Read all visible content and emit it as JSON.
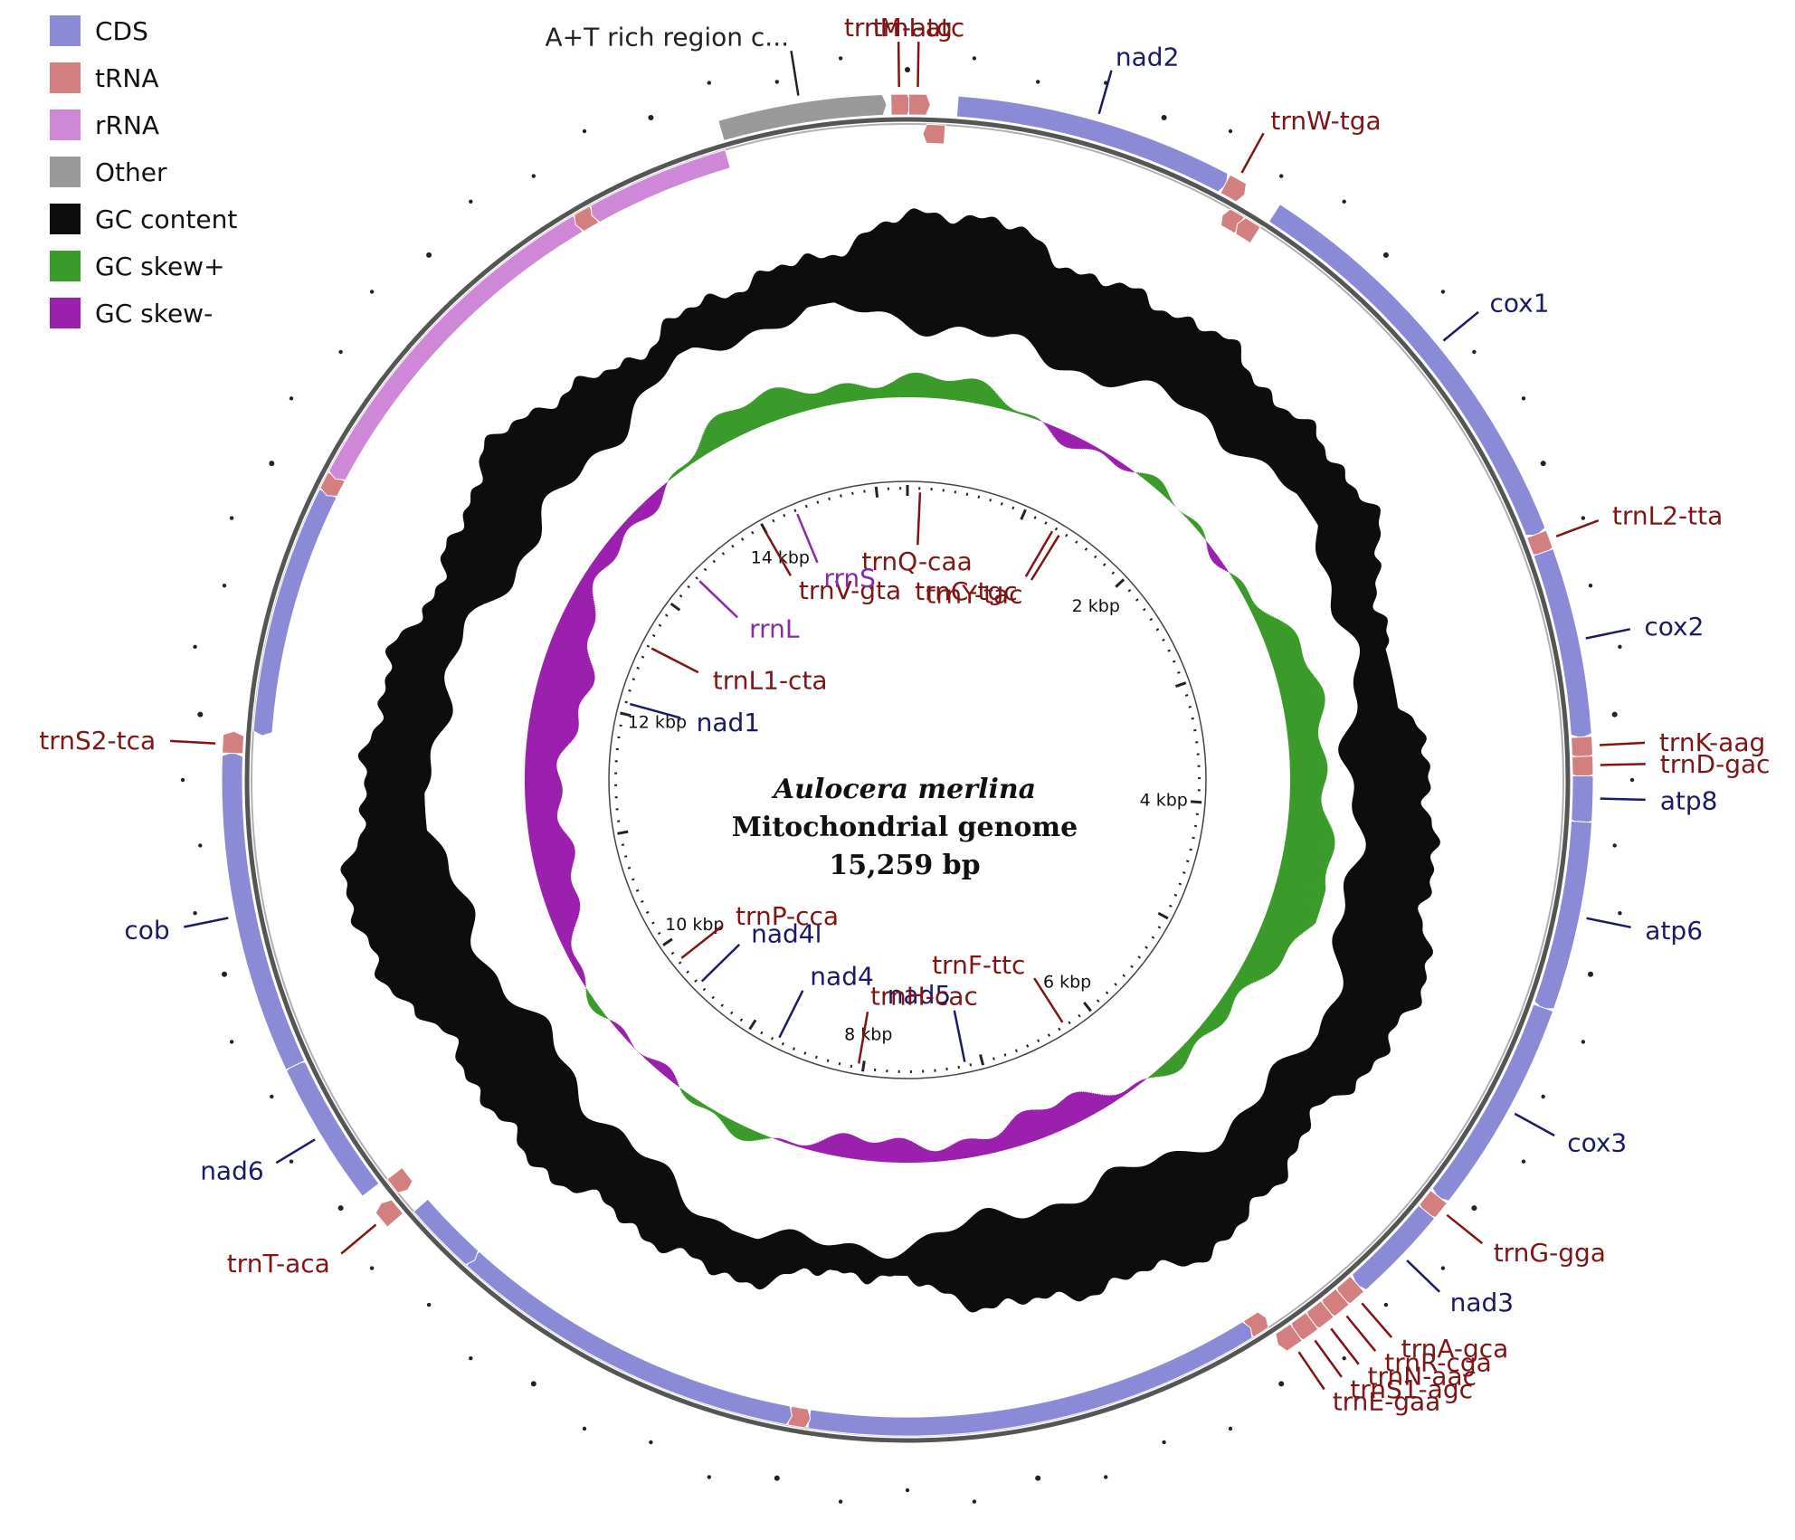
{
  "colors": {
    "cds": "#8a8ad6",
    "trna": "#d47f7f",
    "rrna": "#cf88d8",
    "other": "#999999",
    "gc_content": "#0d0d0d",
    "gc_skew_plus": "#3a9a2a",
    "gc_skew_minus": "#9a20ad",
    "label_trna": "#7f1515",
    "label_cds": "#1a1a66",
    "label_rrna": "#8a2aa8",
    "label_other": "#222222"
  },
  "legend": [
    {
      "label": "CDS",
      "color": "#8a8ad6"
    },
    {
      "label": "tRNA",
      "color": "#d47f7f"
    },
    {
      "label": "rRNA",
      "color": "#cf88d8"
    },
    {
      "label": "Other",
      "color": "#999999"
    },
    {
      "label": "GC content",
      "color": "#0d0d0d"
    },
    {
      "label": "GC skew+",
      "color": "#3a9a2a"
    },
    {
      "label": "GC skew-",
      "color": "#9a20ad"
    }
  ],
  "title": {
    "species": "Aulocera merlina",
    "line2": "Mitochondrial genome",
    "line3": "15,259 bp"
  },
  "genome_length": 15259,
  "kbp_ticks": [
    "2 kbp",
    "4 kbp",
    "6 kbp",
    "8 kbp",
    "10 kbp",
    "12 kbp",
    "14 kbp"
  ],
  "outer_labels": [
    {
      "text": "A+T rich region c...",
      "type": "other"
    },
    {
      "text": "trnM-atg",
      "type": "trna"
    },
    {
      "text": "trnI-atc",
      "type": "trna"
    },
    {
      "text": "nad2",
      "type": "cds"
    },
    {
      "text": "trnW-tga",
      "type": "trna"
    },
    {
      "text": "cox1",
      "type": "cds"
    },
    {
      "text": "trnL2-tta",
      "type": "trna"
    },
    {
      "text": "cox2",
      "type": "cds"
    },
    {
      "text": "trnK-aag",
      "type": "trna"
    },
    {
      "text": "trnD-gac",
      "type": "trna"
    },
    {
      "text": "atp8",
      "type": "cds"
    },
    {
      "text": "atp6",
      "type": "cds"
    },
    {
      "text": "cox3",
      "type": "cds"
    },
    {
      "text": "trnG-gga",
      "type": "trna"
    },
    {
      "text": "nad3",
      "type": "cds"
    },
    {
      "text": "trnA-gca",
      "type": "trna"
    },
    {
      "text": "trnR-cga",
      "type": "trna"
    },
    {
      "text": "trnN-aac",
      "type": "trna"
    },
    {
      "text": "trnS1-agc",
      "type": "trna"
    },
    {
      "text": "trnE-gaa",
      "type": "trna"
    },
    {
      "text": "trnT-aca",
      "type": "trna"
    },
    {
      "text": "nad6",
      "type": "cds"
    },
    {
      "text": "cob",
      "type": "cds"
    },
    {
      "text": "trnS2-tca",
      "type": "trna"
    }
  ],
  "inner_labels": [
    {
      "text": "trnQ-caa",
      "type": "trna"
    },
    {
      "text": "trnC-tgc",
      "type": "trna"
    },
    {
      "text": "trnY-tac",
      "type": "trna"
    },
    {
      "text": "trnF-ttc",
      "type": "trna"
    },
    {
      "text": "nad5",
      "type": "cds"
    },
    {
      "text": "trnH-cac",
      "type": "trna"
    },
    {
      "text": "nad4",
      "type": "cds"
    },
    {
      "text": "nad4l",
      "type": "cds"
    },
    {
      "text": "trnP-cca",
      "type": "trna"
    },
    {
      "text": "nad1",
      "type": "cds"
    },
    {
      "text": "trnL1-cta",
      "type": "trna"
    },
    {
      "text": "rrnL",
      "type": "rrna"
    },
    {
      "text": "trnV-gta",
      "type": "trna"
    },
    {
      "text": "rrnS",
      "type": "rrna"
    }
  ],
  "features": [
    {
      "name": "A+T rich region",
      "type": "other",
      "strand": "+",
      "start": 14580,
      "end": 15170
    },
    {
      "name": "trnM-atg",
      "type": "trna",
      "strand": "+",
      "start": 15200,
      "end": 15259
    },
    {
      "name": "trnI-atc",
      "type": "trna",
      "strand": "+",
      "start": 5,
      "end": 68
    },
    {
      "name": "trnQ-caa",
      "type": "trna",
      "strand": "-",
      "start": 72,
      "end": 140
    },
    {
      "name": "nad2",
      "type": "cds",
      "strand": "+",
      "start": 180,
      "end": 1180
    },
    {
      "name": "trnW-tga",
      "type": "trna",
      "strand": "+",
      "start": 1190,
      "end": 1255
    },
    {
      "name": "trnC-tgc",
      "type": "trna",
      "strand": "-",
      "start": 1250,
      "end": 1310
    },
    {
      "name": "trnY-tac",
      "type": "trna",
      "strand": "-",
      "start": 1315,
      "end": 1380
    },
    {
      "name": "cox1",
      "type": "cds",
      "strand": "+",
      "start": 1395,
      "end": 2900
    },
    {
      "name": "trnL2-tta",
      "type": "trna",
      "strand": "+",
      "start": 2910,
      "end": 2975
    },
    {
      "name": "cox2",
      "type": "cds",
      "strand": "+",
      "start": 2980,
      "end": 3650
    },
    {
      "name": "trnK-aag",
      "type": "trna",
      "strand": "+",
      "start": 3660,
      "end": 3725
    },
    {
      "name": "trnD-gac",
      "type": "trna",
      "strand": "+",
      "start": 3730,
      "end": 3795
    },
    {
      "name": "atp8",
      "type": "cds",
      "strand": "+",
      "start": 3800,
      "end": 3960
    },
    {
      "name": "atp6",
      "type": "cds",
      "strand": "+",
      "start": 3965,
      "end": 4640
    },
    {
      "name": "cox3",
      "type": "cds",
      "strand": "+",
      "start": 4650,
      "end": 5420
    },
    {
      "name": "trnG-gga",
      "type": "trna",
      "strand": "+",
      "start": 5430,
      "end": 5495
    },
    {
      "name": "nad3",
      "type": "cds",
      "strand": "+",
      "start": 5500,
      "end": 5850
    },
    {
      "name": "trnA-gca",
      "type": "trna",
      "strand": "+",
      "start": 5860,
      "end": 5925
    },
    {
      "name": "trnR-cga",
      "type": "trna",
      "strand": "+",
      "start": 5930,
      "end": 5995
    },
    {
      "name": "trnN-aac",
      "type": "trna",
      "strand": "+",
      "start": 6000,
      "end": 6065
    },
    {
      "name": "trnS1-agc",
      "type": "trna",
      "strand": "+",
      "start": 6070,
      "end": 6135
    },
    {
      "name": "trnE-gaa",
      "type": "trna",
      "strand": "+",
      "start": 6140,
      "end": 6205
    },
    {
      "name": "trnF-ttc",
      "type": "trna",
      "strand": "-",
      "start": 6215,
      "end": 6280
    },
    {
      "name": "nad5",
      "type": "cds",
      "strand": "-",
      "start": 6285,
      "end": 8000
    },
    {
      "name": "trnH-cac",
      "type": "trna",
      "strand": "-",
      "start": 8010,
      "end": 8075
    },
    {
      "name": "nad4",
      "type": "cds",
      "strand": "-",
      "start": 8080,
      "end": 9420
    },
    {
      "name": "nad4l",
      "type": "cds",
      "strand": "-",
      "start": 9425,
      "end": 9700
    },
    {
      "name": "trnT-aca",
      "type": "trna",
      "strand": "+",
      "start": 9720,
      "end": 9785
    },
    {
      "name": "trnP-cca",
      "type": "trna",
      "strand": "-",
      "start": 9790,
      "end": 9855
    },
    {
      "name": "nad6",
      "type": "cds",
      "strand": "+",
      "start": 9860,
      "end": 10380
    },
    {
      "name": "cob",
      "type": "cds",
      "strand": "+",
      "start": 10385,
      "end": 11530
    },
    {
      "name": "trnS2-tca",
      "type": "trna",
      "strand": "+",
      "start": 11540,
      "end": 11605
    },
    {
      "name": "nad1",
      "type": "cds",
      "strand": "-",
      "start": 11625,
      "end": 12560
    },
    {
      "name": "trnL1-cta",
      "type": "trna",
      "strand": "-",
      "start": 12565,
      "end": 12630
    },
    {
      "name": "rrnL",
      "type": "rrna",
      "strand": "-",
      "start": 12635,
      "end": 13960
    },
    {
      "name": "trnV-gta",
      "type": "trna",
      "strand": "-",
      "start": 13965,
      "end": 14030
    },
    {
      "name": "rrnS",
      "type": "rrna",
      "strand": "-",
      "start": 14035,
      "end": 14575
    }
  ]
}
